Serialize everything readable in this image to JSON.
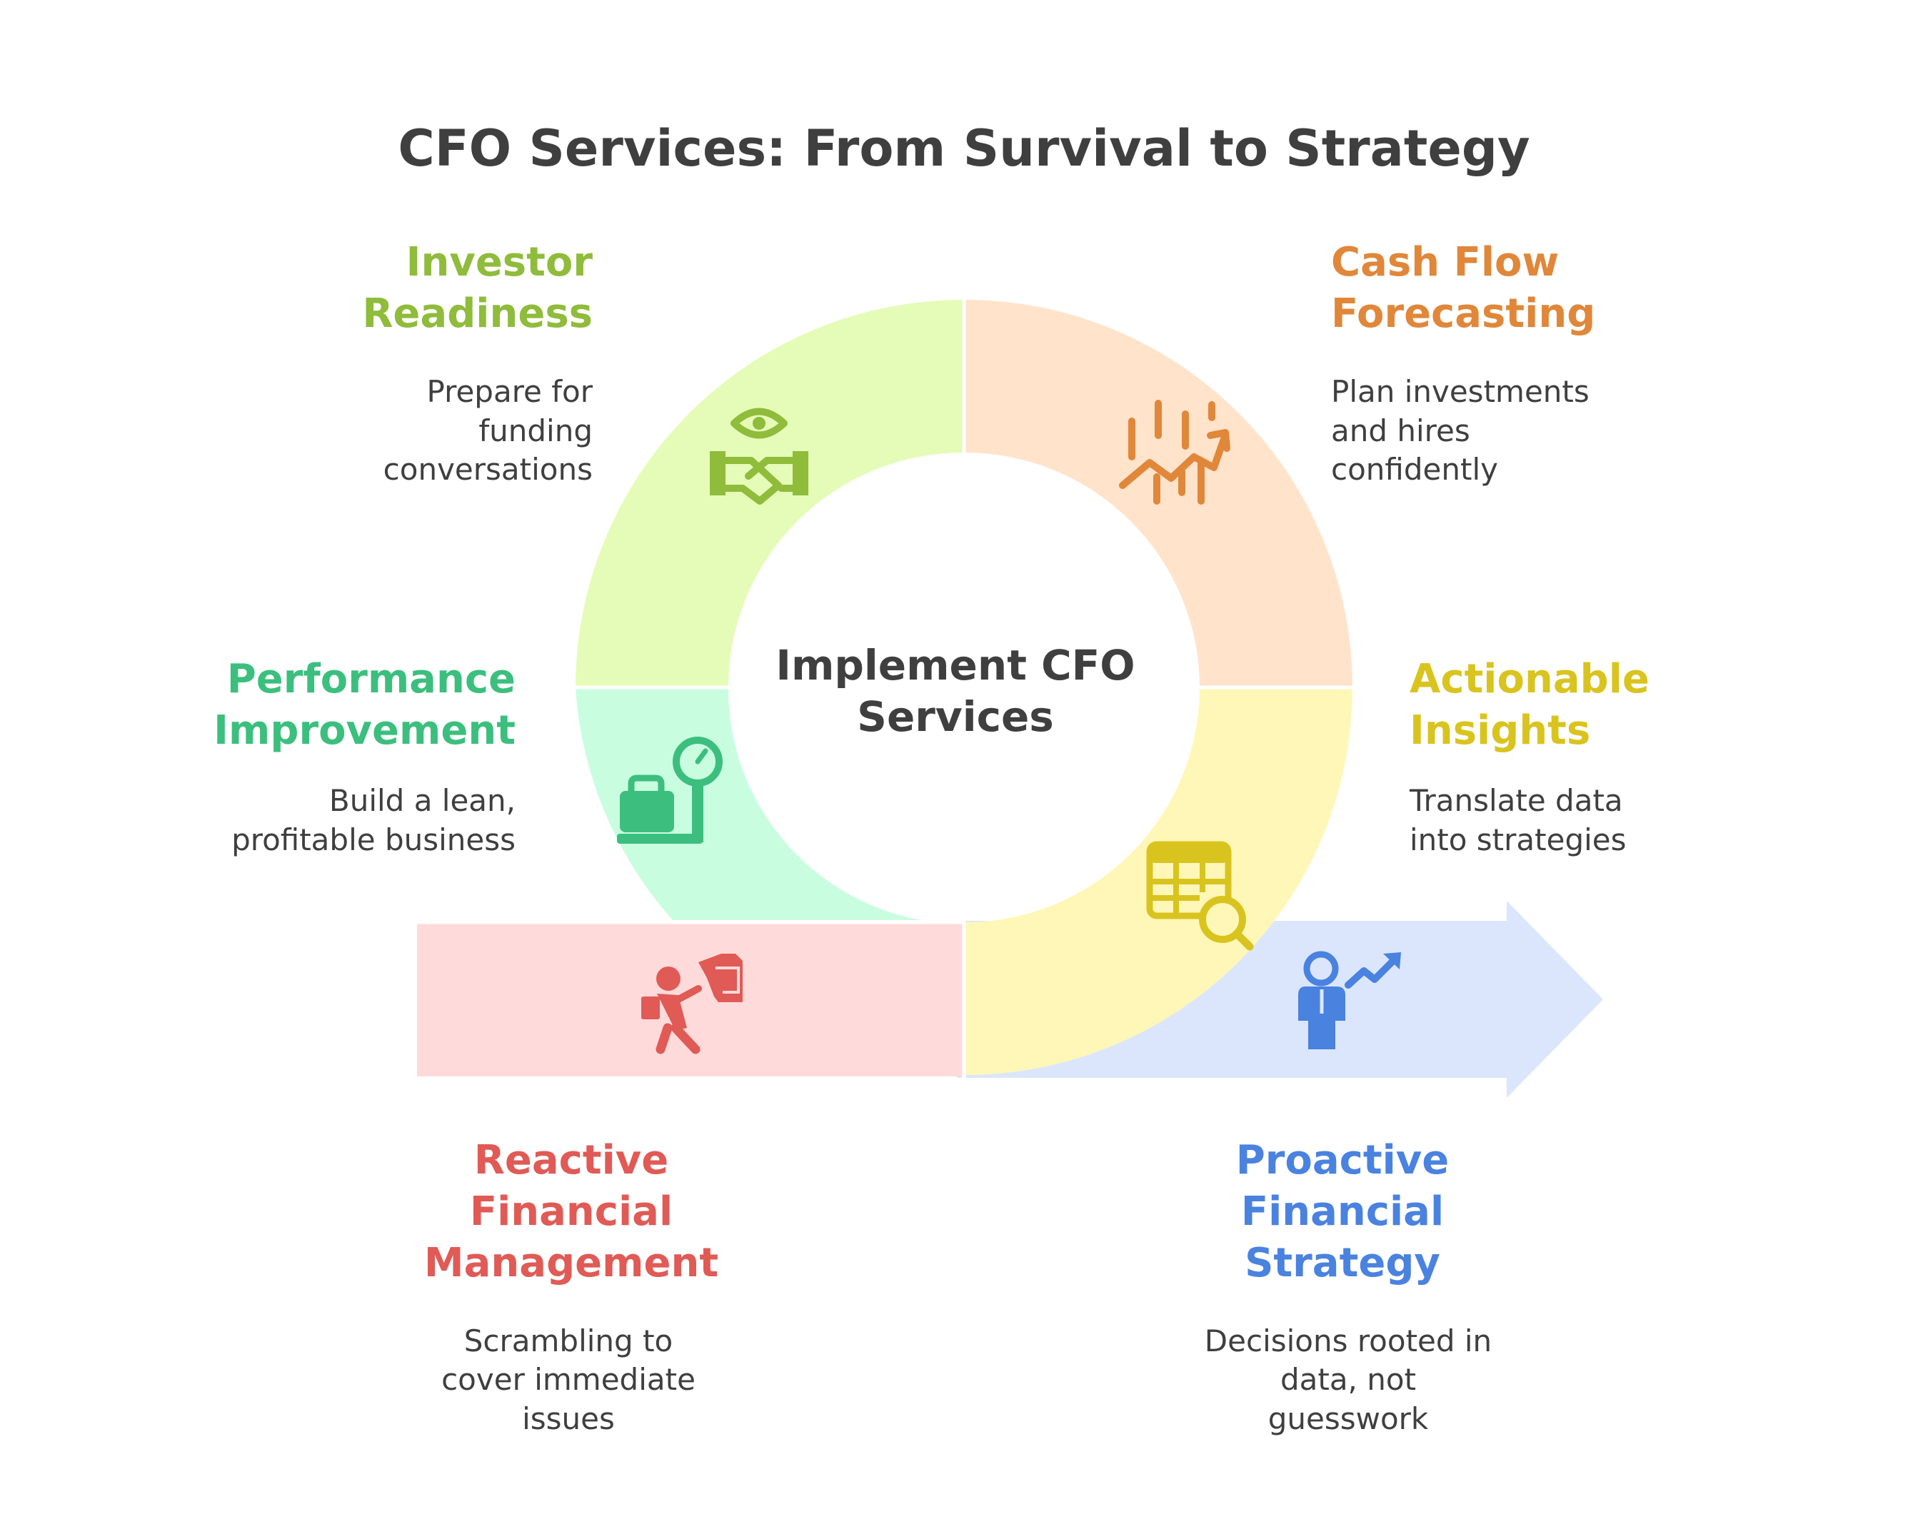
{
  "title": "CFO Services: From Survival to Strategy",
  "center": [
    "Implement CFO",
    "Services"
  ],
  "colors": {
    "investor": "#8fbc3b",
    "cash_flow": "#e0873a",
    "performance": "#3cbf7e",
    "insights": "#d9c41f",
    "reactive": "#e05a56",
    "proactive": "#4a82e0",
    "text": "#3f3f3f"
  },
  "segments": {
    "investor": {
      "heading": [
        "Investor",
        "Readiness"
      ],
      "description": [
        "Prepare for",
        "funding",
        "conversations"
      ],
      "icon": "handshake-eye-icon"
    },
    "cash_flow": {
      "heading": [
        "Cash Flow",
        "Forecasting"
      ],
      "description": [
        "Plan investments",
        "and hires",
        "confidently"
      ],
      "icon": "chart-arrow-icon"
    },
    "performance": {
      "heading": [
        "Performance",
        "Improvement"
      ],
      "description": [
        "Build a lean,",
        "profitable business"
      ],
      "icon": "briefcase-scale-icon"
    },
    "insights": {
      "heading": [
        "Actionable",
        "Insights"
      ],
      "description": [
        "Translate data",
        "into strategies"
      ],
      "icon": "table-search-icon"
    },
    "reactive": {
      "heading": [
        "Reactive",
        "Financial",
        "Management"
      ],
      "description": [
        "Scrambling to",
        "cover immediate",
        "issues"
      ],
      "icon": "person-escaping-icon"
    },
    "proactive": {
      "heading": [
        "Proactive",
        "Financial",
        "Strategy"
      ],
      "description": [
        "Decisions rooted in",
        "data, not",
        "guesswork"
      ],
      "icon": "businessman-growth-icon"
    }
  }
}
